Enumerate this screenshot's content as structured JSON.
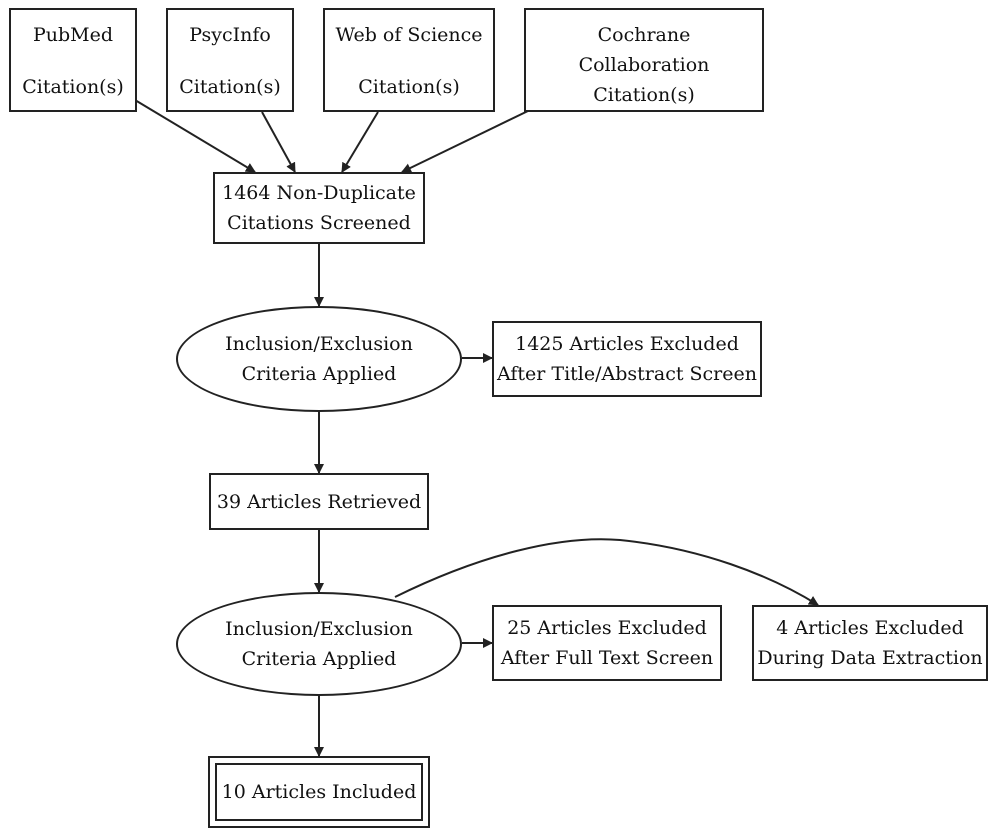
{
  "sources": [
    {
      "name": "PubMed",
      "sub": "Citation(s)"
    },
    {
      "name": "PsycInfo",
      "sub": "Citation(s)"
    },
    {
      "name": "Web of Science",
      "sub": "Citation(s)"
    },
    {
      "name": "Cochrane Collaboration",
      "sub": "Citation(s)"
    }
  ],
  "screened": {
    "line1": "1464 Non-Duplicate",
    "line2": "Citations Screened"
  },
  "criteria1": {
    "line1": "Inclusion/Exclusion",
    "line2": "Criteria Applied"
  },
  "excluded_abstract": {
    "line1": "1425 Articles Excluded",
    "line2": "After Title/Abstract Screen"
  },
  "retrieved": {
    "label": "39 Articles Retrieved"
  },
  "criteria2": {
    "line1": "Inclusion/Exclusion",
    "line2": "Criteria Applied"
  },
  "excluded_fulltext": {
    "line1": "25 Articles Excluded",
    "line2": "After Full Text Screen"
  },
  "excluded_extraction": {
    "line1": "4 Articles Excluded",
    "line2": "During Data Extraction"
  },
  "included": {
    "label": "10 Articles Included"
  },
  "colors": {
    "stroke": "#222222",
    "background": "#ffffff"
  }
}
